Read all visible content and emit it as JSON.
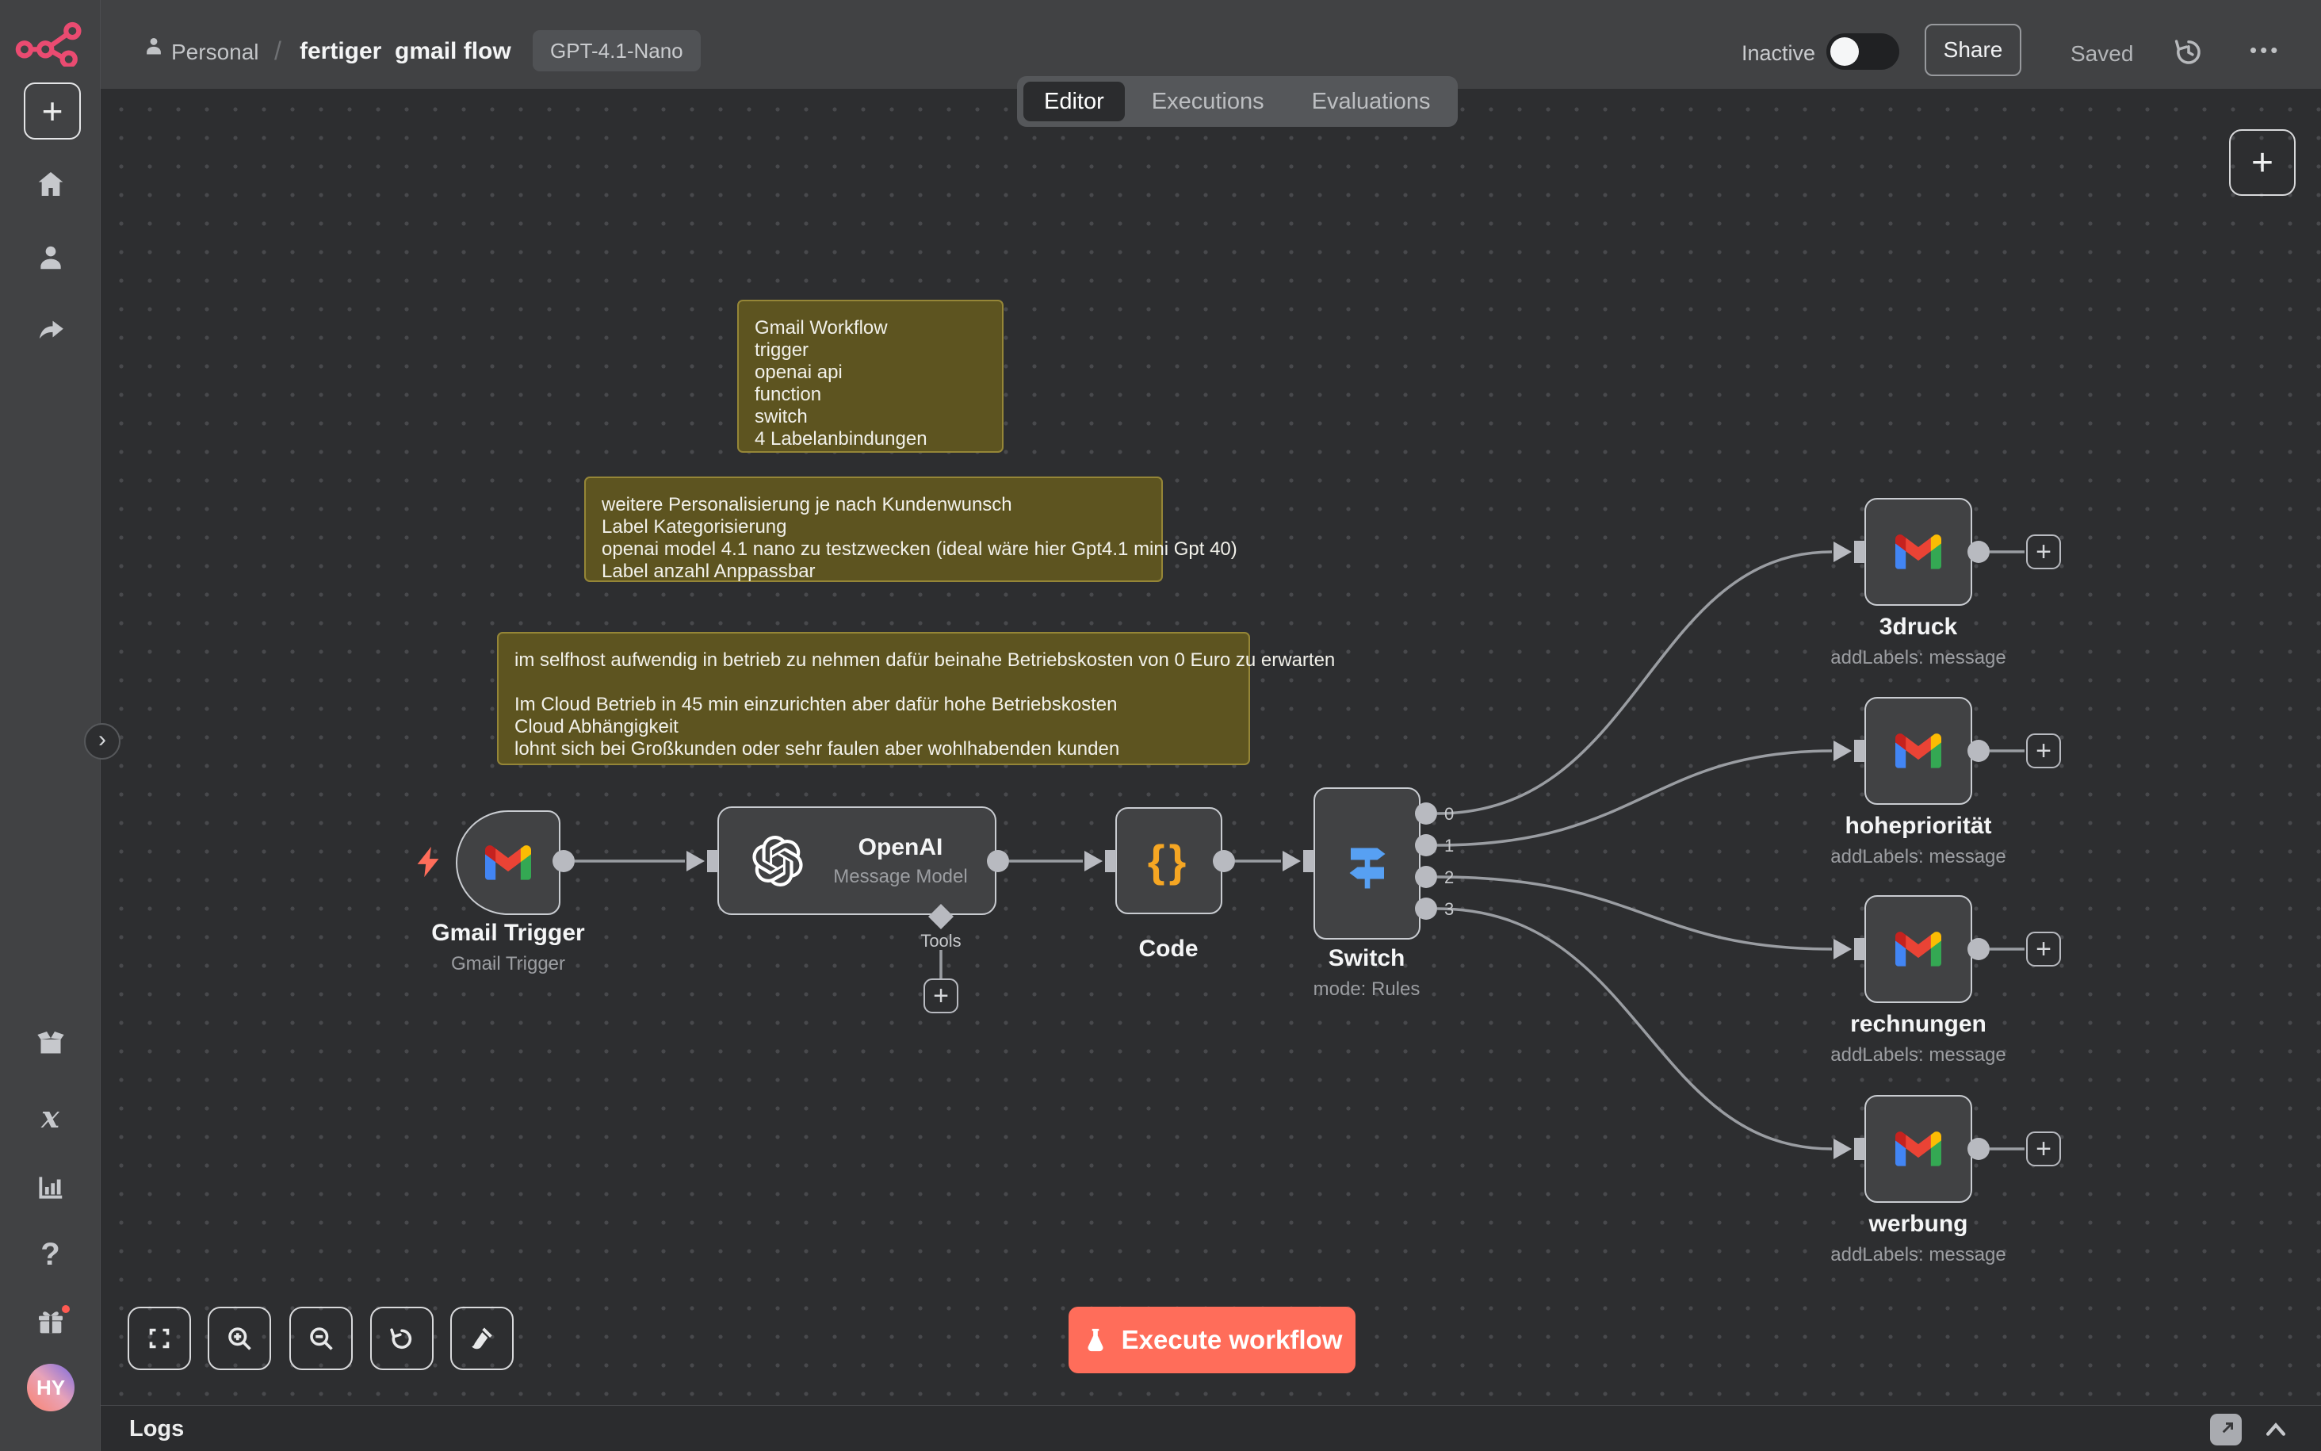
{
  "topbar": {
    "project": "Personal",
    "separator": "/",
    "workflow_name": "fertiger  gmail flow",
    "tag": "GPT-4.1-Nano",
    "status_label": "Inactive",
    "share_label": "Share",
    "saved_label": "Saved",
    "menu_glyph": "•••"
  },
  "tabs": {
    "editor": "Editor",
    "executions": "Executions",
    "evaluations": "Evaluations"
  },
  "sidebar": {
    "avatar_initials": "HY",
    "help_glyph": "?",
    "variables_glyph": "x",
    "expand_glyph": "›",
    "add_glyph": "+"
  },
  "canvas": {
    "add_node_glyph": "+",
    "plus_glyph": "+"
  },
  "sticky_notes": [
    {
      "lines": [
        "Gmail Workflow",
        "trigger",
        "openai api",
        "function",
        "switch",
        "4 Labelanbindungen"
      ]
    },
    {
      "lines": [
        "weitere Personalisierung je nach Kundenwunsch",
        "Label Kategorisierung",
        "openai model 4.1 nano zu testzwecken (ideal wäre hier Gpt4.1 mini Gpt 40)",
        "Label anzahl Anppassbar"
      ]
    },
    {
      "lines": [
        "im selfhost aufwendig in betrieb zu nehmen dafür beinahe Betriebskosten von 0 Euro zu erwarten",
        "",
        "Im Cloud Betrieb in 45 min einzurichten aber dafür hohe Betriebskosten",
        "Cloud Abhängigkeit",
        "lohnt sich bei Großkunden oder sehr faulen aber wohlhabenden kunden"
      ]
    }
  ],
  "nodes": {
    "trigger": {
      "title": "Gmail Trigger",
      "subtitle": "Gmail Trigger"
    },
    "openai": {
      "title": "OpenAI",
      "subtitle": "Message Model",
      "tools_label": "Tools"
    },
    "code": {
      "title": "Code",
      "glyph": "{}"
    },
    "switch": {
      "title": "Switch",
      "subtitle": "mode: Rules",
      "outputs": [
        "0",
        "1",
        "2",
        "3"
      ]
    },
    "outputs": [
      {
        "title": "3druck",
        "subtitle": "addLabels: message"
      },
      {
        "title": "hohepriorität",
        "subtitle": "addLabels: message"
      },
      {
        "title": "rechnungen",
        "subtitle": "addLabels: message"
      },
      {
        "title": "werbung",
        "subtitle": "addLabels: message"
      }
    ]
  },
  "controls": {
    "execute_label": "Execute workflow"
  },
  "logs": {
    "title": "Logs"
  },
  "colors": {
    "accent": "#EA4B71",
    "execute_button": "#ff6d5a",
    "sticky_bg": "#5d5420",
    "sticky_border": "#958637",
    "node_bg": "#414244",
    "node_border": "#c9ccd1",
    "canvas_bg": "#2d2e30",
    "chrome_bg": "#414244",
    "wire": "#9a9da2",
    "switch_icon": "#57a0f3",
    "code_icon": "#f5a623",
    "trigger_bolt": "#ff6d5a"
  }
}
